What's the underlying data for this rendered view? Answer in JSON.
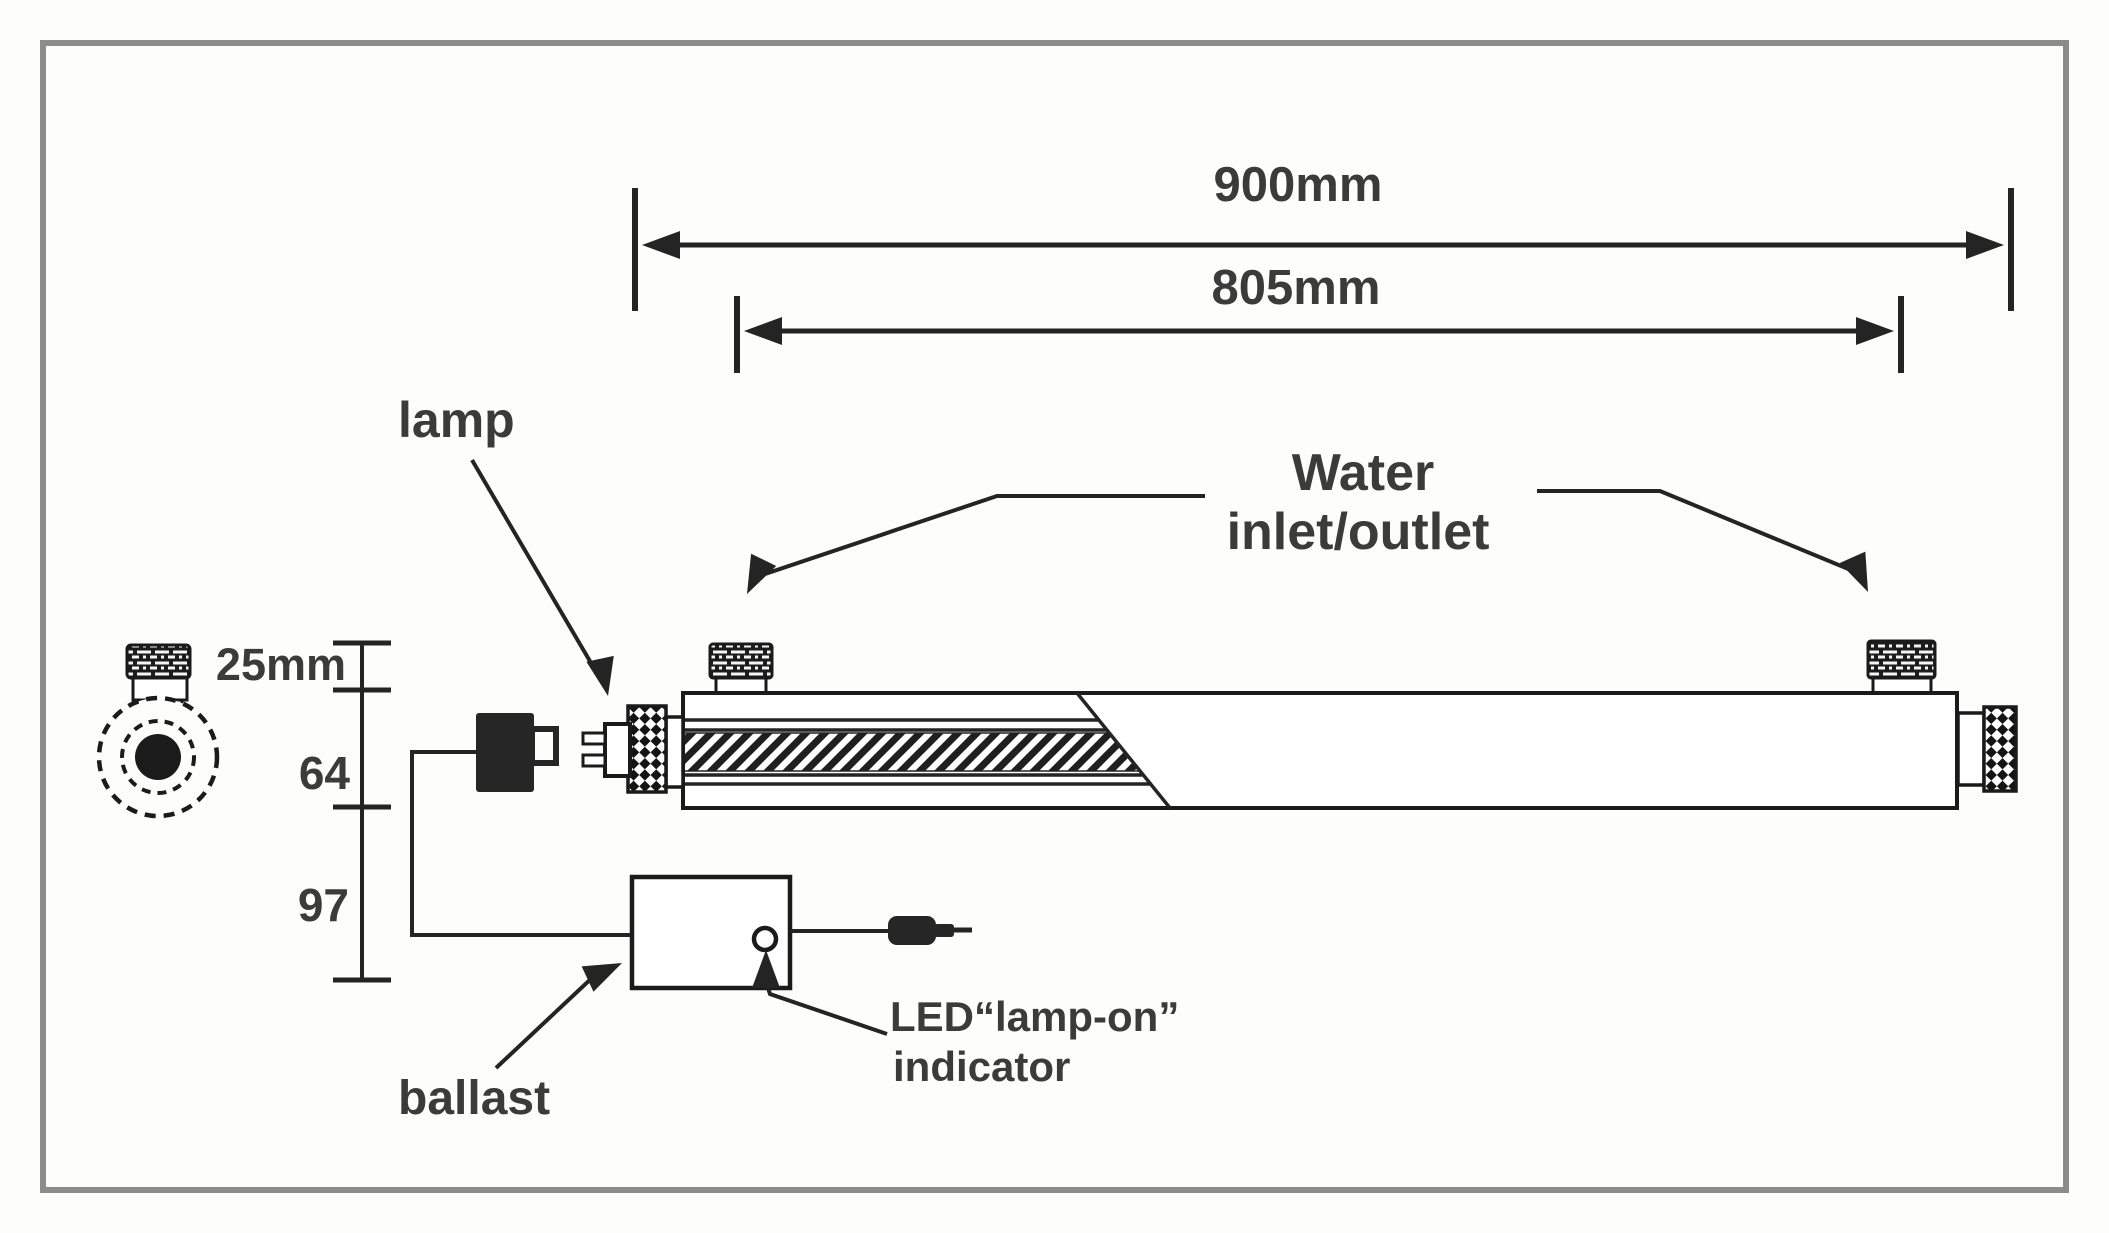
{
  "diagram": {
    "type": "uv-sterilizer-technical-drawing",
    "colors": {
      "ink": "#242424",
      "label_text": "#3b3b3b",
      "frame_border": "#8c8c8c",
      "background": "#fdfdfb",
      "fill_dark": "#262626",
      "fill_white": "#ffffff"
    },
    "dimensions_top": {
      "overall_length": "900mm",
      "inner_length": "805mm"
    },
    "dimensions_left": {
      "fitting_height": "25mm",
      "body_diameter": "64",
      "lower_offset": "97"
    },
    "labels": {
      "lamp": "lamp",
      "water_line1": "Water",
      "water_line2": "inlet/outlet",
      "ballast": "ballast",
      "led_line1": "LED“lamp-on”",
      "led_line2": "indicator"
    }
  }
}
